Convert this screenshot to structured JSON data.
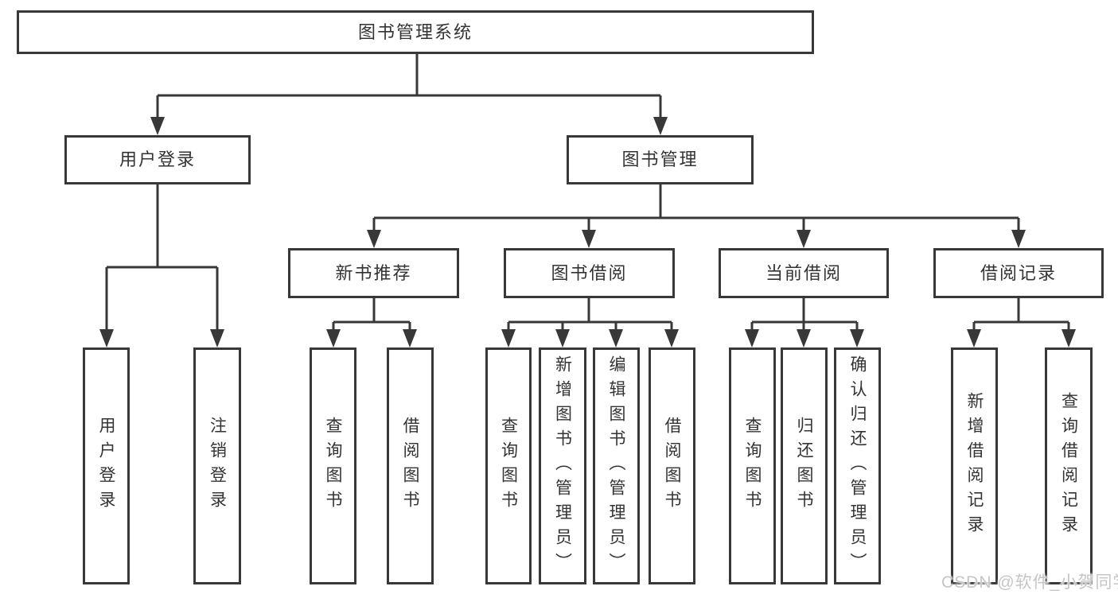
{
  "tree": {
    "root": {
      "label": "图书管理系统"
    },
    "branches": [
      {
        "label": "用户登录",
        "children": [
          {
            "label": "用户登录"
          },
          {
            "label": "注销登录"
          }
        ]
      },
      {
        "label": "图书管理",
        "children": [
          {
            "label": "新书推荐",
            "children": [
              {
                "label": "查询图书"
              },
              {
                "label": "借阅图书"
              }
            ]
          },
          {
            "label": "图书借阅",
            "children": [
              {
                "label": "查询图书"
              },
              {
                "label": "新增图书（管理员）"
              },
              {
                "label": "编辑图书（管理员）"
              },
              {
                "label": "借阅图书"
              }
            ]
          },
          {
            "label": "当前借阅",
            "children": [
              {
                "label": "查询图书"
              },
              {
                "label": "归还图书"
              },
              {
                "label": "确认归还（管理员）"
              }
            ]
          },
          {
            "label": "借阅记录",
            "children": [
              {
                "label": "新增借阅记录"
              },
              {
                "label": "查询借阅记录"
              }
            ]
          }
        ]
      }
    ]
  },
  "watermark": {
    "text": "CSDN @软件_小贺同学"
  },
  "colors": {
    "line": "#383838",
    "text": "#333333",
    "background": "#ffffff",
    "watermark": "#c6c6c6"
  }
}
